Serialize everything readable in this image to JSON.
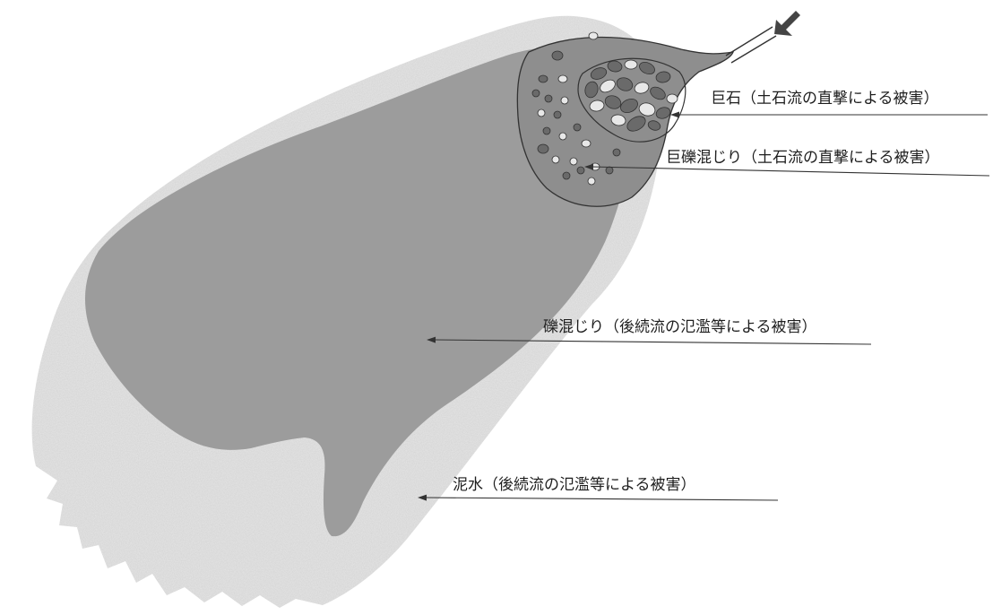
{
  "labels": {
    "boulder": "巨石（土石流の直撃による被害）",
    "gravel_boulder": "巨礫混じり（土石流の直撃による被害）",
    "gravel": "礫混じり（後続流の氾濫等による被害）",
    "mud": "泥水（後続流の氾濫等による被害）"
  },
  "colors": {
    "mud_zone": "#e6e6e6",
    "gravel_zone": "#9c9c9c",
    "boulder_zone": "#8e8e8e",
    "stone_dark": "#6a6a6a",
    "stone_light": "#e8e8e8",
    "line": "#333333"
  },
  "icons": {
    "flow_direction": "arrow-down-left-icon",
    "channel": "channel-icon"
  }
}
